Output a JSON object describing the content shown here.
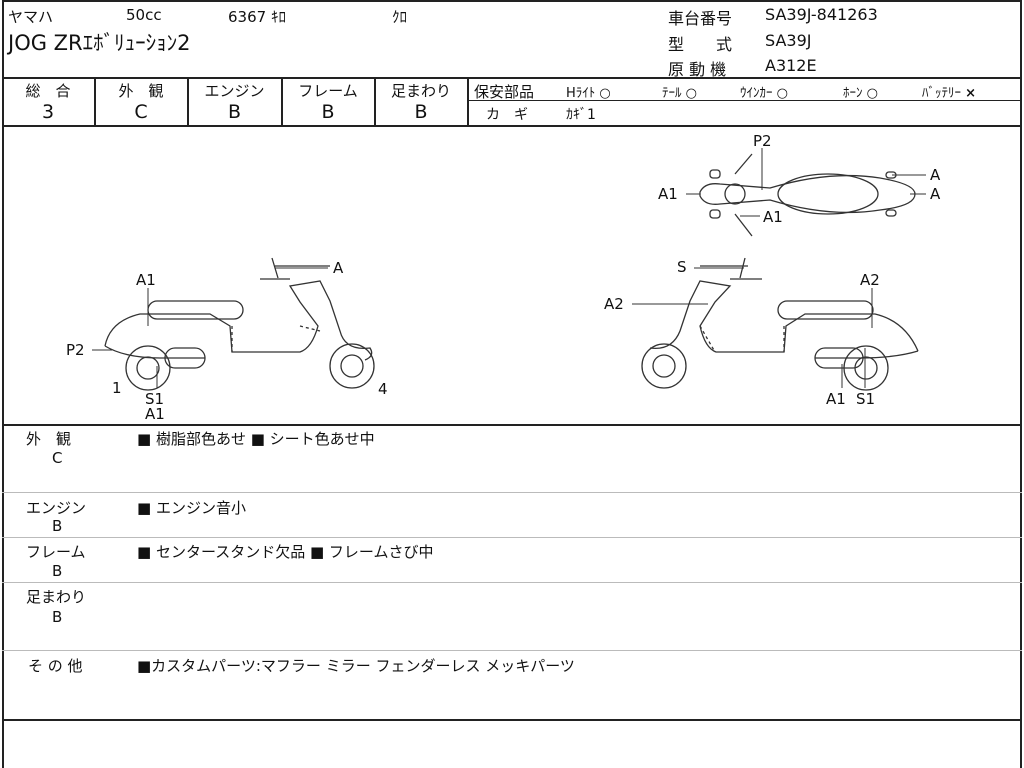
{
  "header": {
    "maker": "ヤマハ",
    "displacement": "50cc",
    "mileage": "6367 ｷﾛ",
    "color": "ｸﾛ",
    "model_name": "JOG ZRｴﾎﾞﾘｭｰｼｮﾝ2",
    "frame_no_label": "車台番号",
    "frame_no": "SA39J-841263",
    "type_label": "型　　式",
    "type": "SA39J",
    "engine_label": "原 動 機",
    "engine": "A312E"
  },
  "grades": [
    {
      "label": "総　合",
      "value": "3"
    },
    {
      "label": "外　観",
      "value": "C"
    },
    {
      "label": "エンジン",
      "value": "B"
    },
    {
      "label": "フレーム",
      "value": "B"
    },
    {
      "label": "足まわり",
      "value": "B"
    }
  ],
  "safety": {
    "label": "保安部品",
    "items": [
      {
        "name": "Hﾗｲﾄ",
        "status": "○"
      },
      {
        "name": "ﾃｰﾙ",
        "status": "○"
      },
      {
        "name": "ｳｲﾝｶｰ",
        "status": "○"
      },
      {
        "name": "ﾎｰﾝ",
        "status": "○"
      },
      {
        "name": "ﾊﾞｯﾃﾘｰ",
        "status": "×"
      }
    ],
    "key_label": "カ　ギ",
    "key_value": "ｶｷﾞ1"
  },
  "diagram": {
    "top": [
      "P2",
      "A1",
      "A1",
      "A",
      "A"
    ],
    "left": [
      "A",
      "A1",
      "P2",
      "1",
      "S1",
      "A1",
      "4"
    ],
    "right": [
      "S",
      "A2",
      "A2",
      "A1",
      "S1"
    ]
  },
  "remarks": [
    {
      "label": "外　観",
      "grade": "C",
      "text": "■ 樹脂部色あせ ■ シート色あせ中"
    },
    {
      "label": "エンジン",
      "grade": "B",
      "text": "■ エンジン音小"
    },
    {
      "label": "フレーム",
      "grade": "B",
      "text": "■ センタースタンド欠品 ■ フレームさび中"
    },
    {
      "label": "足まわり",
      "grade": "B",
      "text": ""
    },
    {
      "label": "そ の 他",
      "grade": "",
      "text": "■カスタムパーツ:マフラー ミラー フェンダーレス メッキパーツ"
    }
  ]
}
